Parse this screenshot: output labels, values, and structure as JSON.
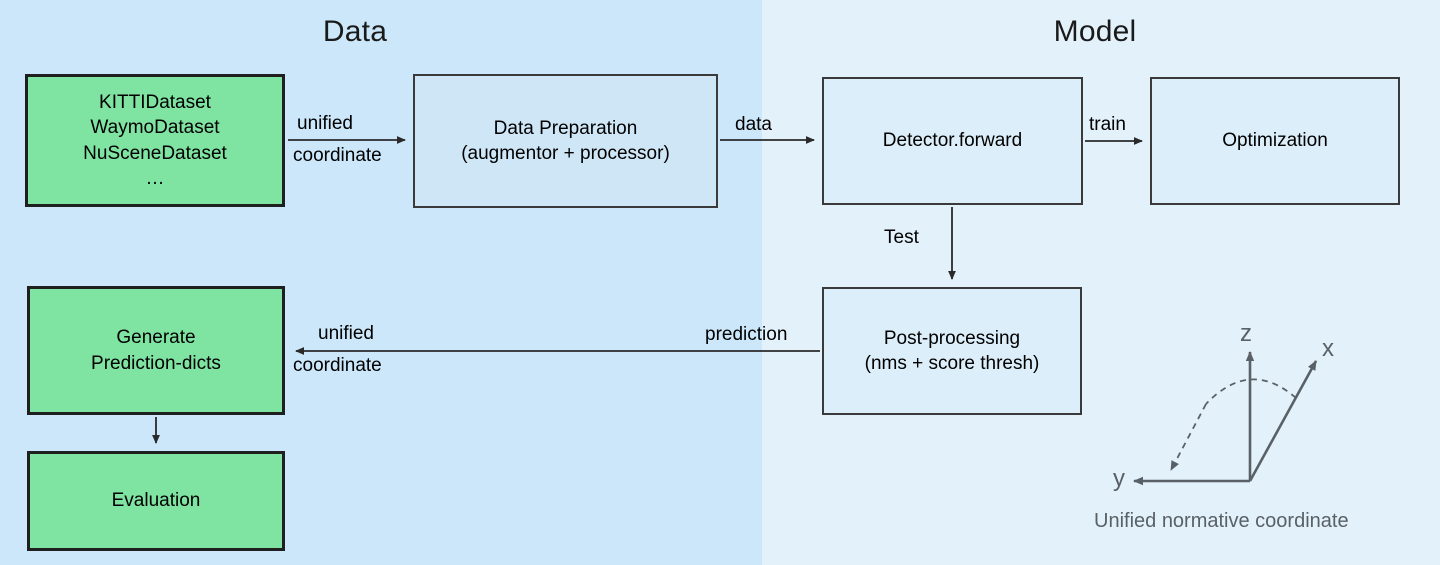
{
  "panels": {
    "data": {
      "title": "Data",
      "color": "#cbe7f9"
    },
    "model": {
      "title": "Model",
      "color": "#e2f1fa"
    }
  },
  "nodes": {
    "datasets": {
      "label": "KITTIDataset\nWaymoDataset\nNuSceneDataset\n…",
      "fill": "#7fe3a2"
    },
    "data_preparation": {
      "label": "Data Preparation\n(augmentor + processor)",
      "fill": "#cfe6f7"
    },
    "detector_forward": {
      "label": "Detector.forward",
      "fill": "#dceef9"
    },
    "optimization": {
      "label": "Optimization",
      "fill": "#dceef9"
    },
    "post_processing": {
      "label": "Post-processing\n(nms + score thresh)",
      "fill": "#dceef9"
    },
    "generate_prediction_dicts": {
      "label": "Generate\nPrediction-dicts",
      "fill": "#7fe3a2"
    },
    "evaluation": {
      "label": "Evaluation",
      "fill": "#7fe3a2"
    }
  },
  "edges": {
    "datasets_to_prep_top": "unified",
    "datasets_to_prep_bottom": "coordinate",
    "prep_to_detector": "data",
    "detector_to_optimization": "train",
    "detector_to_postproc": "Test",
    "postproc_to_generate": "prediction",
    "postproc_to_generate_top": "unified",
    "postproc_to_generate_bottom": "coordinate"
  },
  "coordinate_frame": {
    "axis_z": "z",
    "axis_x": "x",
    "axis_y": "y",
    "caption": "Unified normative coordinate",
    "color": "#5a6166"
  }
}
